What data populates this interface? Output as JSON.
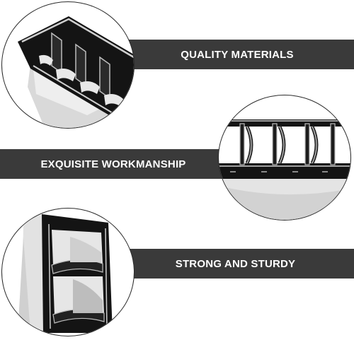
{
  "colors": {
    "background": "#ffffff",
    "banner": "#3a3a3a",
    "banner_text": "#ffffff",
    "frame_border": "#2b2b2b",
    "product_dark": "#141414",
    "product_mid": "#2a2a2a",
    "product_highlight": "#cfcfcf",
    "product_pale": "#dcdcdc"
  },
  "banners": [
    {
      "label": "QUALITY MATERIALS"
    },
    {
      "label": "EXQUISITE WORKMANSHIP"
    },
    {
      "label": "STRONG AND STURDY"
    }
  ],
  "photos": [
    {
      "icon": "organizer-closeup-icon"
    },
    {
      "icon": "organizer-dividers-icon"
    },
    {
      "icon": "organizer-side-view-icon"
    }
  ]
}
